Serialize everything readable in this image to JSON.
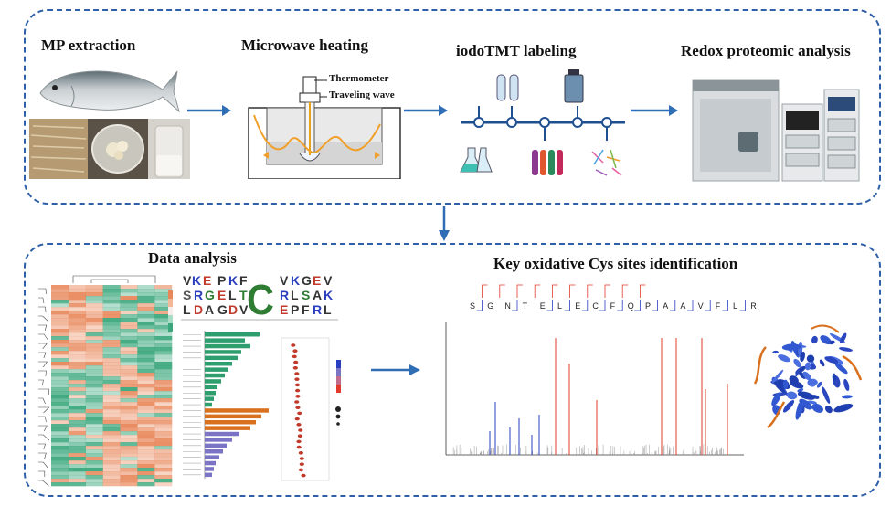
{
  "steps": {
    "mp_extraction": "MP extraction",
    "microwave_heating": "Microwave heating",
    "iodotmt_labeling": "iodoTMT labeling",
    "redox_proteomic": "Redox proteomic analysis",
    "data_analysis": "Data analysis",
    "key_sites": "Key oxidative Cys sites identification"
  },
  "microwave": {
    "thermometer": "Thermometer",
    "traveling_wave": "Traveling wave"
  },
  "peptide_sequence": [
    "S",
    "G",
    "N",
    "T",
    "E",
    "L",
    "E",
    "C",
    "F",
    "Q",
    "P",
    "A",
    "A",
    "V",
    "F",
    "L",
    "R"
  ],
  "colors": {
    "panel_border": "#2f5fa8",
    "arrow": "#2f6db5",
    "heatmap_high": "#e8875a",
    "heatmap_low": "#3aa77c",
    "bar_green": "#2e9e6e",
    "bar_orange": "#d9701e",
    "bar_purple": "#7b74c4",
    "spectrum_red": "#e23b2e",
    "spectrum_blue": "#2a3fbf"
  }
}
